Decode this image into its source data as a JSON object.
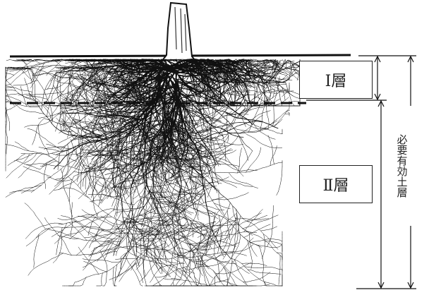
{
  "labels": {
    "layer_1": "Ⅰ層",
    "layer_2": "Ⅱ層",
    "effective_soil_layer": "必要有効土層"
  }
}
